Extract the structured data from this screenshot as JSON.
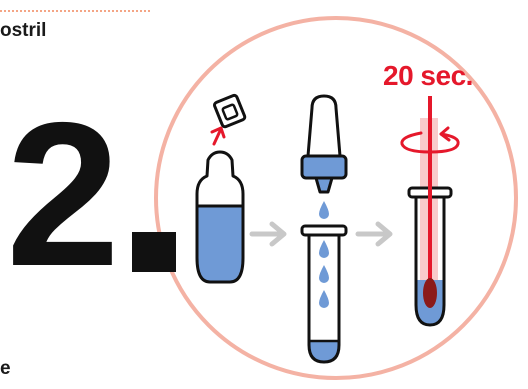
{
  "heading": {
    "text": "ostril"
  },
  "step": {
    "number": "2",
    "dot": "."
  },
  "timer": {
    "label": "20 sec."
  },
  "footer": {
    "text": "e"
  },
  "colors": {
    "accent": "#e5182b",
    "circle": "#f4b2a4",
    "liquid": "#6f9ad6",
    "arrow": "#c8c8c8",
    "ink": "#111111",
    "swab_tip": "#8b1a1a"
  },
  "icons": [
    "dropper-bottle-icon",
    "cap-icon",
    "dropper-icon",
    "test-tube-icon",
    "swab-icon",
    "rotate-arrow-icon"
  ]
}
